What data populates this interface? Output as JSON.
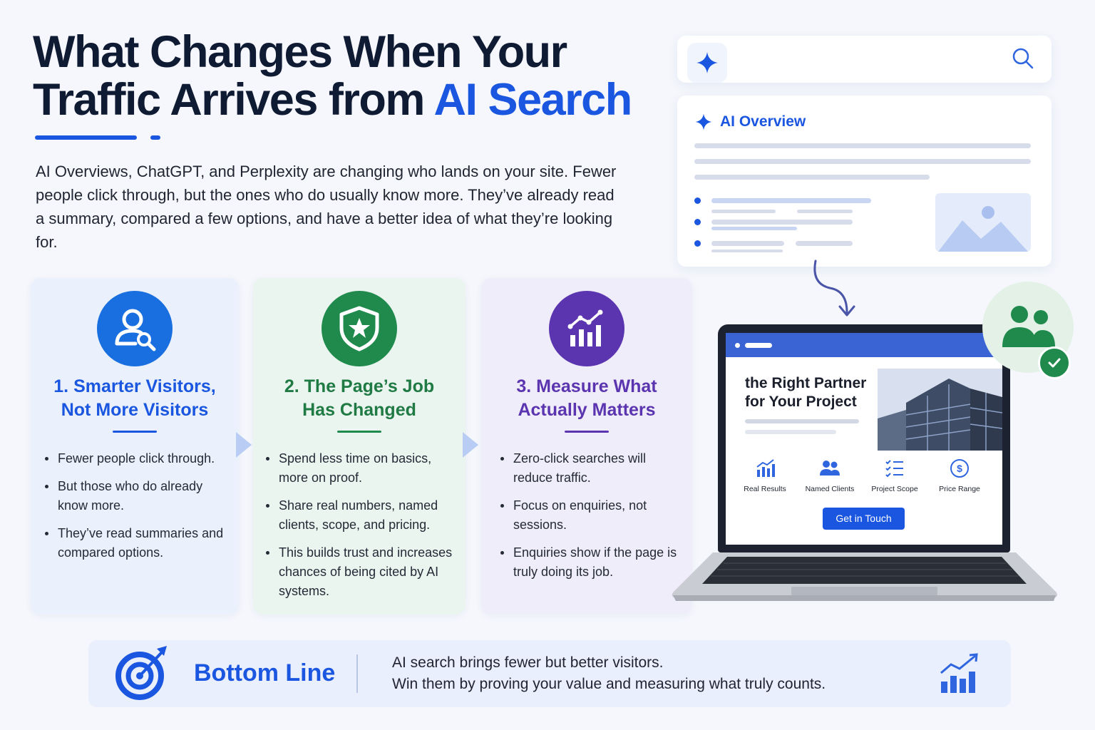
{
  "title": {
    "line1": "What Changes When Your",
    "line2_prefix": "Traffic Arrives from ",
    "line2_accent": "AI Search"
  },
  "intro": "AI Overviews, ChatGPT, and Perplexity are changing who lands on your site. Fewer people click through, but the ones who do usually know more. They’ve already read a summary, compared a few options, and have a better idea of what they’re looking for.",
  "cards": [
    {
      "heading_line1": "1. Smarter Visitors,",
      "heading_line2": "Not More Visitors",
      "icon": "person-search-icon",
      "color": "#1a56e0",
      "bullets": [
        "Fewer people click through.",
        "But those who do already know more.",
        "They’ve read summaries and compared options."
      ]
    },
    {
      "heading_line1": "2. The Page’s Job",
      "heading_line2": "Has Changed",
      "icon": "shield-star-icon",
      "color": "#1f8a4c",
      "bullets": [
        "Spend less time on basics, more on proof.",
        "Share real numbers, named clients, scope, and pricing.",
        "This builds trust and increases chances of being cited by AI systems."
      ]
    },
    {
      "heading_line1": "3. Measure What",
      "heading_line2": "Actually Matters",
      "icon": "bar-chart-icon",
      "color": "#5b35b0",
      "bullets": [
        "Zero-click searches will reduce traffic.",
        "Focus on enquiries, not sessions.",
        "Enquiries show if the page is truly doing its job."
      ]
    }
  ],
  "overview": {
    "title": "AI Overview"
  },
  "laptop": {
    "heading": "the Right Partner for Your Project",
    "features": [
      "Real Results",
      "Named Clients",
      "Project Scope",
      "Price Range"
    ],
    "cta": "Get in Touch"
  },
  "bottom": {
    "title": "Bottom Line",
    "line1": "AI search brings fewer but better visitors.",
    "line2": "Win them by proving your value and measuring what truly counts."
  }
}
